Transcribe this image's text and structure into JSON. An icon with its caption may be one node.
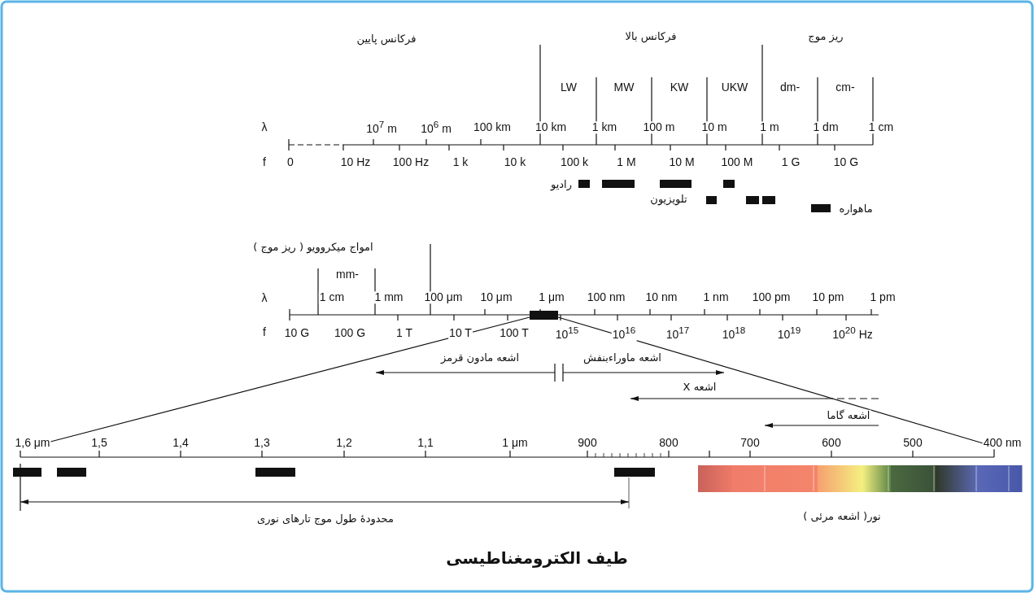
{
  "diagram": {
    "caption": "طیف الکترومغناطیسی",
    "labels": [
      "فرکانس پایین",
      "فرکانس بالا",
      "ریز موج",
      "LW",
      "MW",
      "KW",
      "UKW",
      "dm-",
      "cm-",
      "λ",
      "10$^{7}$ m",
      "10$^{6}$ m",
      "100 km",
      "10 km",
      "1 km",
      "100 m",
      "10 m",
      "1 m",
      "1 dm",
      "1 cm",
      "f",
      "0",
      "10 Hz",
      "100 Hz",
      "1 k",
      "10 k",
      "100 k",
      "1 M",
      "10 M",
      "100 M",
      "1 G",
      "10 G",
      "رادیو",
      "تلویزیون",
      "ماهواره",
      "امواج میکروویو ( ریز موج )",
      "mm-",
      "λ",
      "1 cm",
      "1 mm",
      "100 μm",
      "10 μm",
      "1 μm",
      "100 nm",
      "10 nm",
      "1 nm",
      "100 pm",
      "10 pm",
      "1 pm",
      "f",
      "10 G",
      "100 G",
      "1 T",
      "10 T",
      "100 T",
      "10$^{15}$",
      "10$^{16}$",
      "10$^{17}$",
      "10$^{18}$",
      "10$^{19}$",
      "10$^{20}$ Hz",
      "اشعه مادون قرمز",
      "اشعه ماوراءبنفش",
      "اشعه X",
      "اشعه گاما",
      "1,6 μm",
      "1,5",
      "1,4",
      "1,3",
      "1,2",
      "1,1",
      "1 μm",
      "900",
      "800",
      "700",
      "600",
      "500",
      "400 nm",
      "محدودهٔ طول موج تارهای نوری",
      "نور( اشعه مرئی )"
    ]
  }
}
